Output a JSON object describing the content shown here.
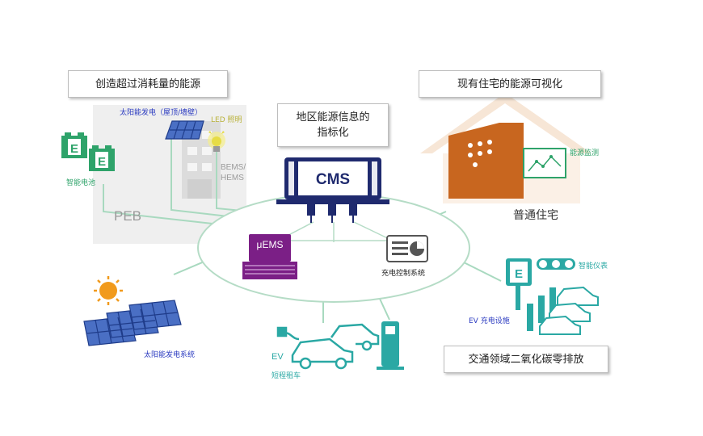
{
  "callouts": {
    "peb_goal": "创造超过消耗量的能源",
    "existing_home": "现有住宅的能源可视化",
    "cms_info": "地区能源信息的",
    "cms_info_2": "指标化",
    "transport": "交通领域二氧化碳零排放"
  },
  "labels": {
    "solar_rooftop": "太阳能发电（屋顶/墙壁）",
    "led": "LED 照明",
    "smart_battery": "智能电池",
    "bems": "BEMS/",
    "hems": "HEMS",
    "peb": "PEB",
    "cms": "CMS",
    "uems": "μEMS",
    "charge_ctrl": "充电控制系统",
    "energy_monitor": "能源监测",
    "ordinary_home": "普通住宅",
    "smart_meter": "智能仪表",
    "ev_charging": "EV 充电设施",
    "solar_system": "太阳能发电系统",
    "ev": "EV",
    "short_rental": "短程租车"
  },
  "colors": {
    "green": "#2ea36a",
    "navy": "#1f2a6e",
    "purple": "#7b1f86",
    "orange": "#c8661f",
    "teal": "#2aa8a4",
    "blue_text": "#2a3ac0"
  }
}
